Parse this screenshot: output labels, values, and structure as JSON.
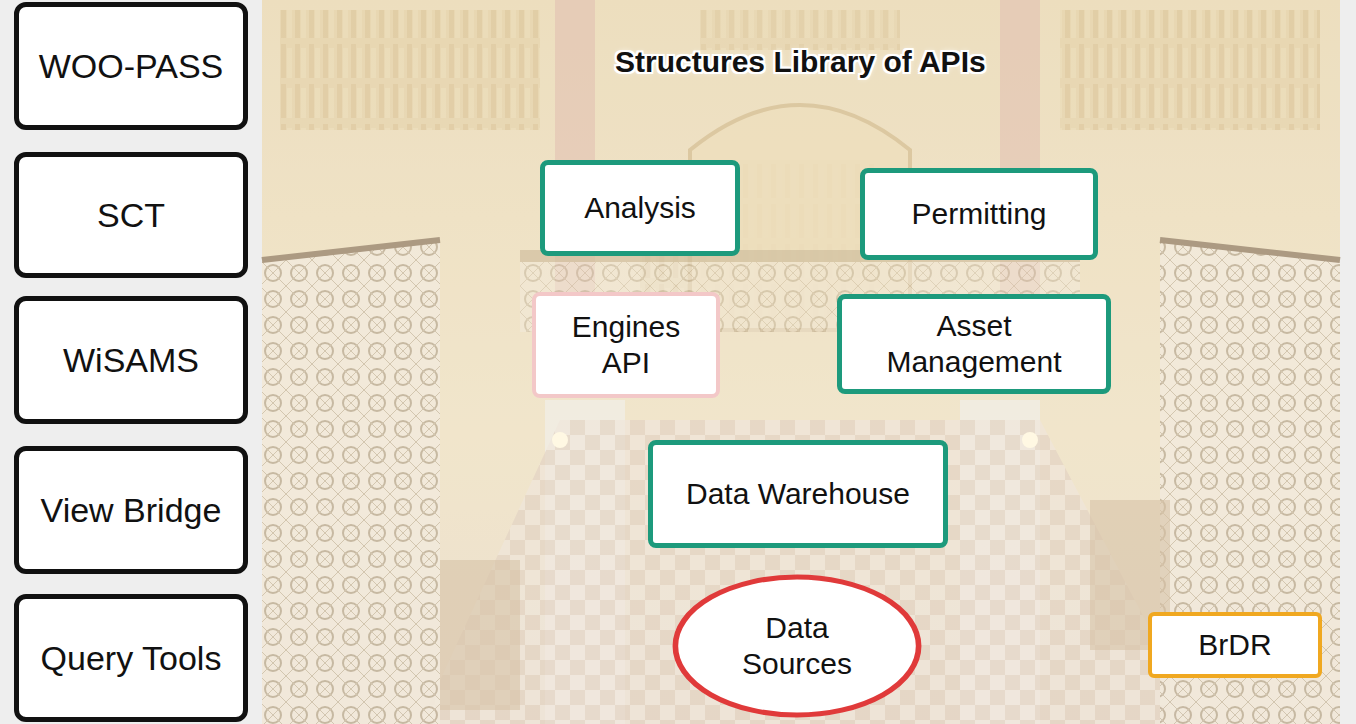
{
  "diagram": {
    "title": "Structures Library of APIs",
    "nodes": [
      {
        "text": [
          "WOO-PASS"
        ]
      },
      {
        "text": [
          "SCT"
        ]
      },
      {
        "text": [
          "WiSAMS"
        ]
      },
      {
        "text": [
          "View Bridge"
        ]
      },
      {
        "text": [
          "Query Tools"
        ]
      },
      {
        "text": [
          "Analysis"
        ]
      },
      {
        "text": [
          "Permitting"
        ]
      },
      {
        "text": [
          "Engines API"
        ]
      },
      {
        "text": [
          "Asset Management"
        ]
      },
      {
        "text": [
          "Data Warehouse"
        ]
      },
      {
        "text": [
          "Data Sources"
        ]
      },
      {
        "text": [
          "BrDR"
        ]
      }
    ]
  }
}
